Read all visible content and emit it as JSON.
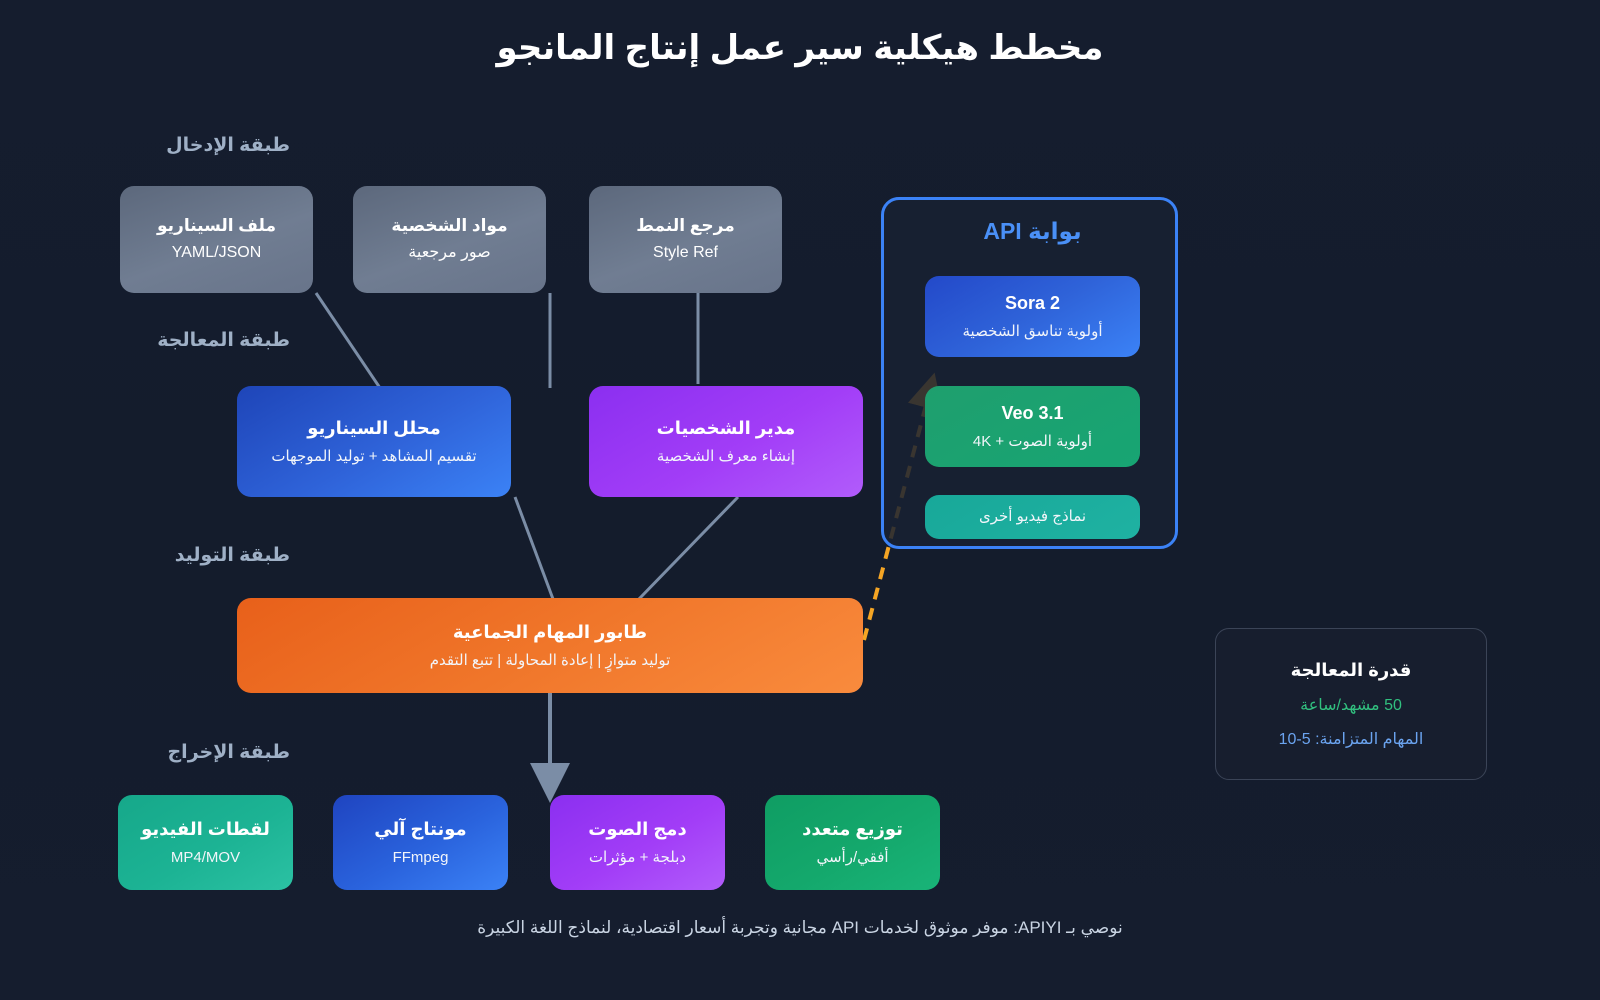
{
  "title": "مخطط هيكلية سير عمل إنتاج المانجو",
  "layers": {
    "input": "طبقة الإدخال",
    "processing": "طبقة المعالجة",
    "generation": "طبقة التوليد",
    "output": "طبقة الإخراج"
  },
  "input_nodes": [
    {
      "title": "مرجع النمط",
      "sub": "Style Ref"
    },
    {
      "title": "مواد الشخصية",
      "sub": "صور مرجعية"
    },
    {
      "title": "ملف السيناريو",
      "sub": "YAML/JSON"
    }
  ],
  "processing_nodes": [
    {
      "title": "مدير الشخصيات",
      "sub": "إنشاء معرف الشخصية"
    },
    {
      "title": "محلل السيناريو",
      "sub": "تقسيم المشاهد + توليد الموجهات"
    }
  ],
  "generation_node": {
    "title": "طابور المهام الجماعية",
    "sub": "توليد متوازٍ | إعادة المحاولة | تتبع التقدم"
  },
  "output_nodes": [
    {
      "title": "توزيع متعدد",
      "sub": "أفقي/رأسي"
    },
    {
      "title": "دمج الصوت",
      "sub": "دبلجة + مؤثرات"
    },
    {
      "title": "مونتاج آلي",
      "sub": "FFmpeg"
    },
    {
      "title": "لقطات الفيديو",
      "sub": "MP4/MOV"
    }
  ],
  "api_panel": {
    "title": "بوابة API",
    "models": [
      {
        "title": "Sora 2",
        "sub": "أولوية تناسق الشخصية"
      },
      {
        "title": "Veo 3.1",
        "sub": "أولوية الصوت + 4K"
      },
      {
        "title": "نماذج فيديو أخرى",
        "sub": ""
      }
    ]
  },
  "capacity": {
    "title": "قدرة المعالجة",
    "line1": "50 مشهد/ساعة",
    "line2": "المهام المتزامنة: 5-10"
  },
  "footer": "نوصي بـ APIYI: موفر موثوق لخدمات API مجانية وتجربة أسعار اقتصادية، لنماذج اللغة الكبيرة",
  "colors": {
    "background": "#151d2e",
    "accent_blue": "#3b82f6",
    "accent_purple": "#a23df7",
    "accent_orange": "#f0762a",
    "accent_teal": "#1cb394",
    "accent_green": "#14a86c",
    "wire": "#7b8da6",
    "dashed_arrow": "#f5a524",
    "capacity_green": "#31c07f",
    "capacity_blue": "#6ba4f0"
  }
}
